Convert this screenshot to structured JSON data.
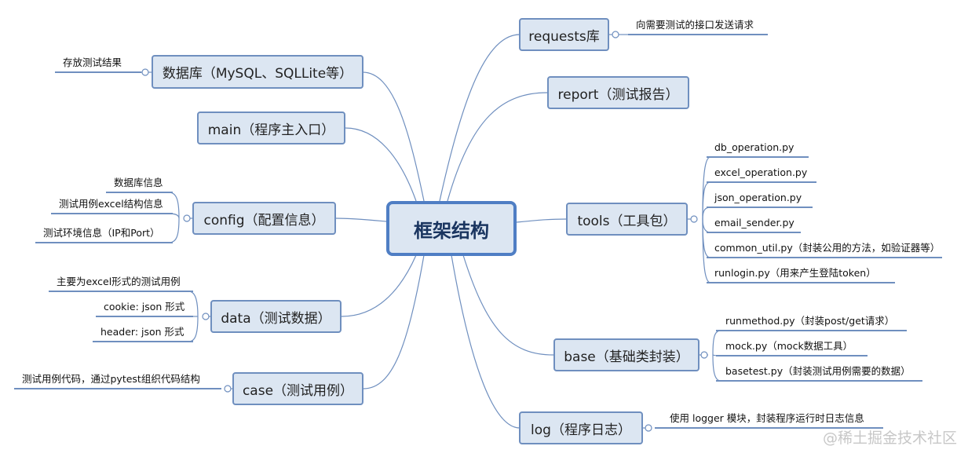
{
  "center": "框架结构",
  "branches": {
    "requests": {
      "label": "requests库",
      "leaves": [
        "向需要测试的接口发送请求"
      ]
    },
    "database": {
      "label": "数据库（MySQL、SQLLite等）",
      "leaves": [
        "存放测试结果"
      ]
    },
    "report": {
      "label": "report（测试报告）",
      "leaves": []
    },
    "main": {
      "label": "main（程序主入口）",
      "leaves": []
    },
    "tools": {
      "label": "tools（工具包）",
      "leaves": [
        "db_operation.py",
        "excel_operation.py",
        "json_operation.py",
        "email_sender.py",
        "common_util.py（封装公用的方法，如验证器等）",
        "runlogin.py（用来产生登陆token）"
      ]
    },
    "config": {
      "label": "config（配置信息）",
      "leaves": [
        "数据库信息",
        "测试用例excel结构信息",
        "测试环境信息（IP和Port）"
      ]
    },
    "data": {
      "label": "data（测试数据）",
      "leaves": [
        "主要为excel形式的测试用例",
        "cookie: json 形式",
        "header: json 形式"
      ]
    },
    "base": {
      "label": "base（基础类封装）",
      "leaves": [
        "runmethod.py（封装post/get请求）",
        "mock.py（mock数据工具）",
        "basetest.py（封装测试用例需要的数据）"
      ]
    },
    "case": {
      "label": "case（测试用例）",
      "leaves": [
        "测试用例代码，通过pytest组织代码结构"
      ]
    },
    "log": {
      "label": "log（程序日志）",
      "leaves": [
        "使用 logger 模块，封装程序运行时日志信息"
      ]
    }
  },
  "watermark": "@稀土掘金技术社区"
}
